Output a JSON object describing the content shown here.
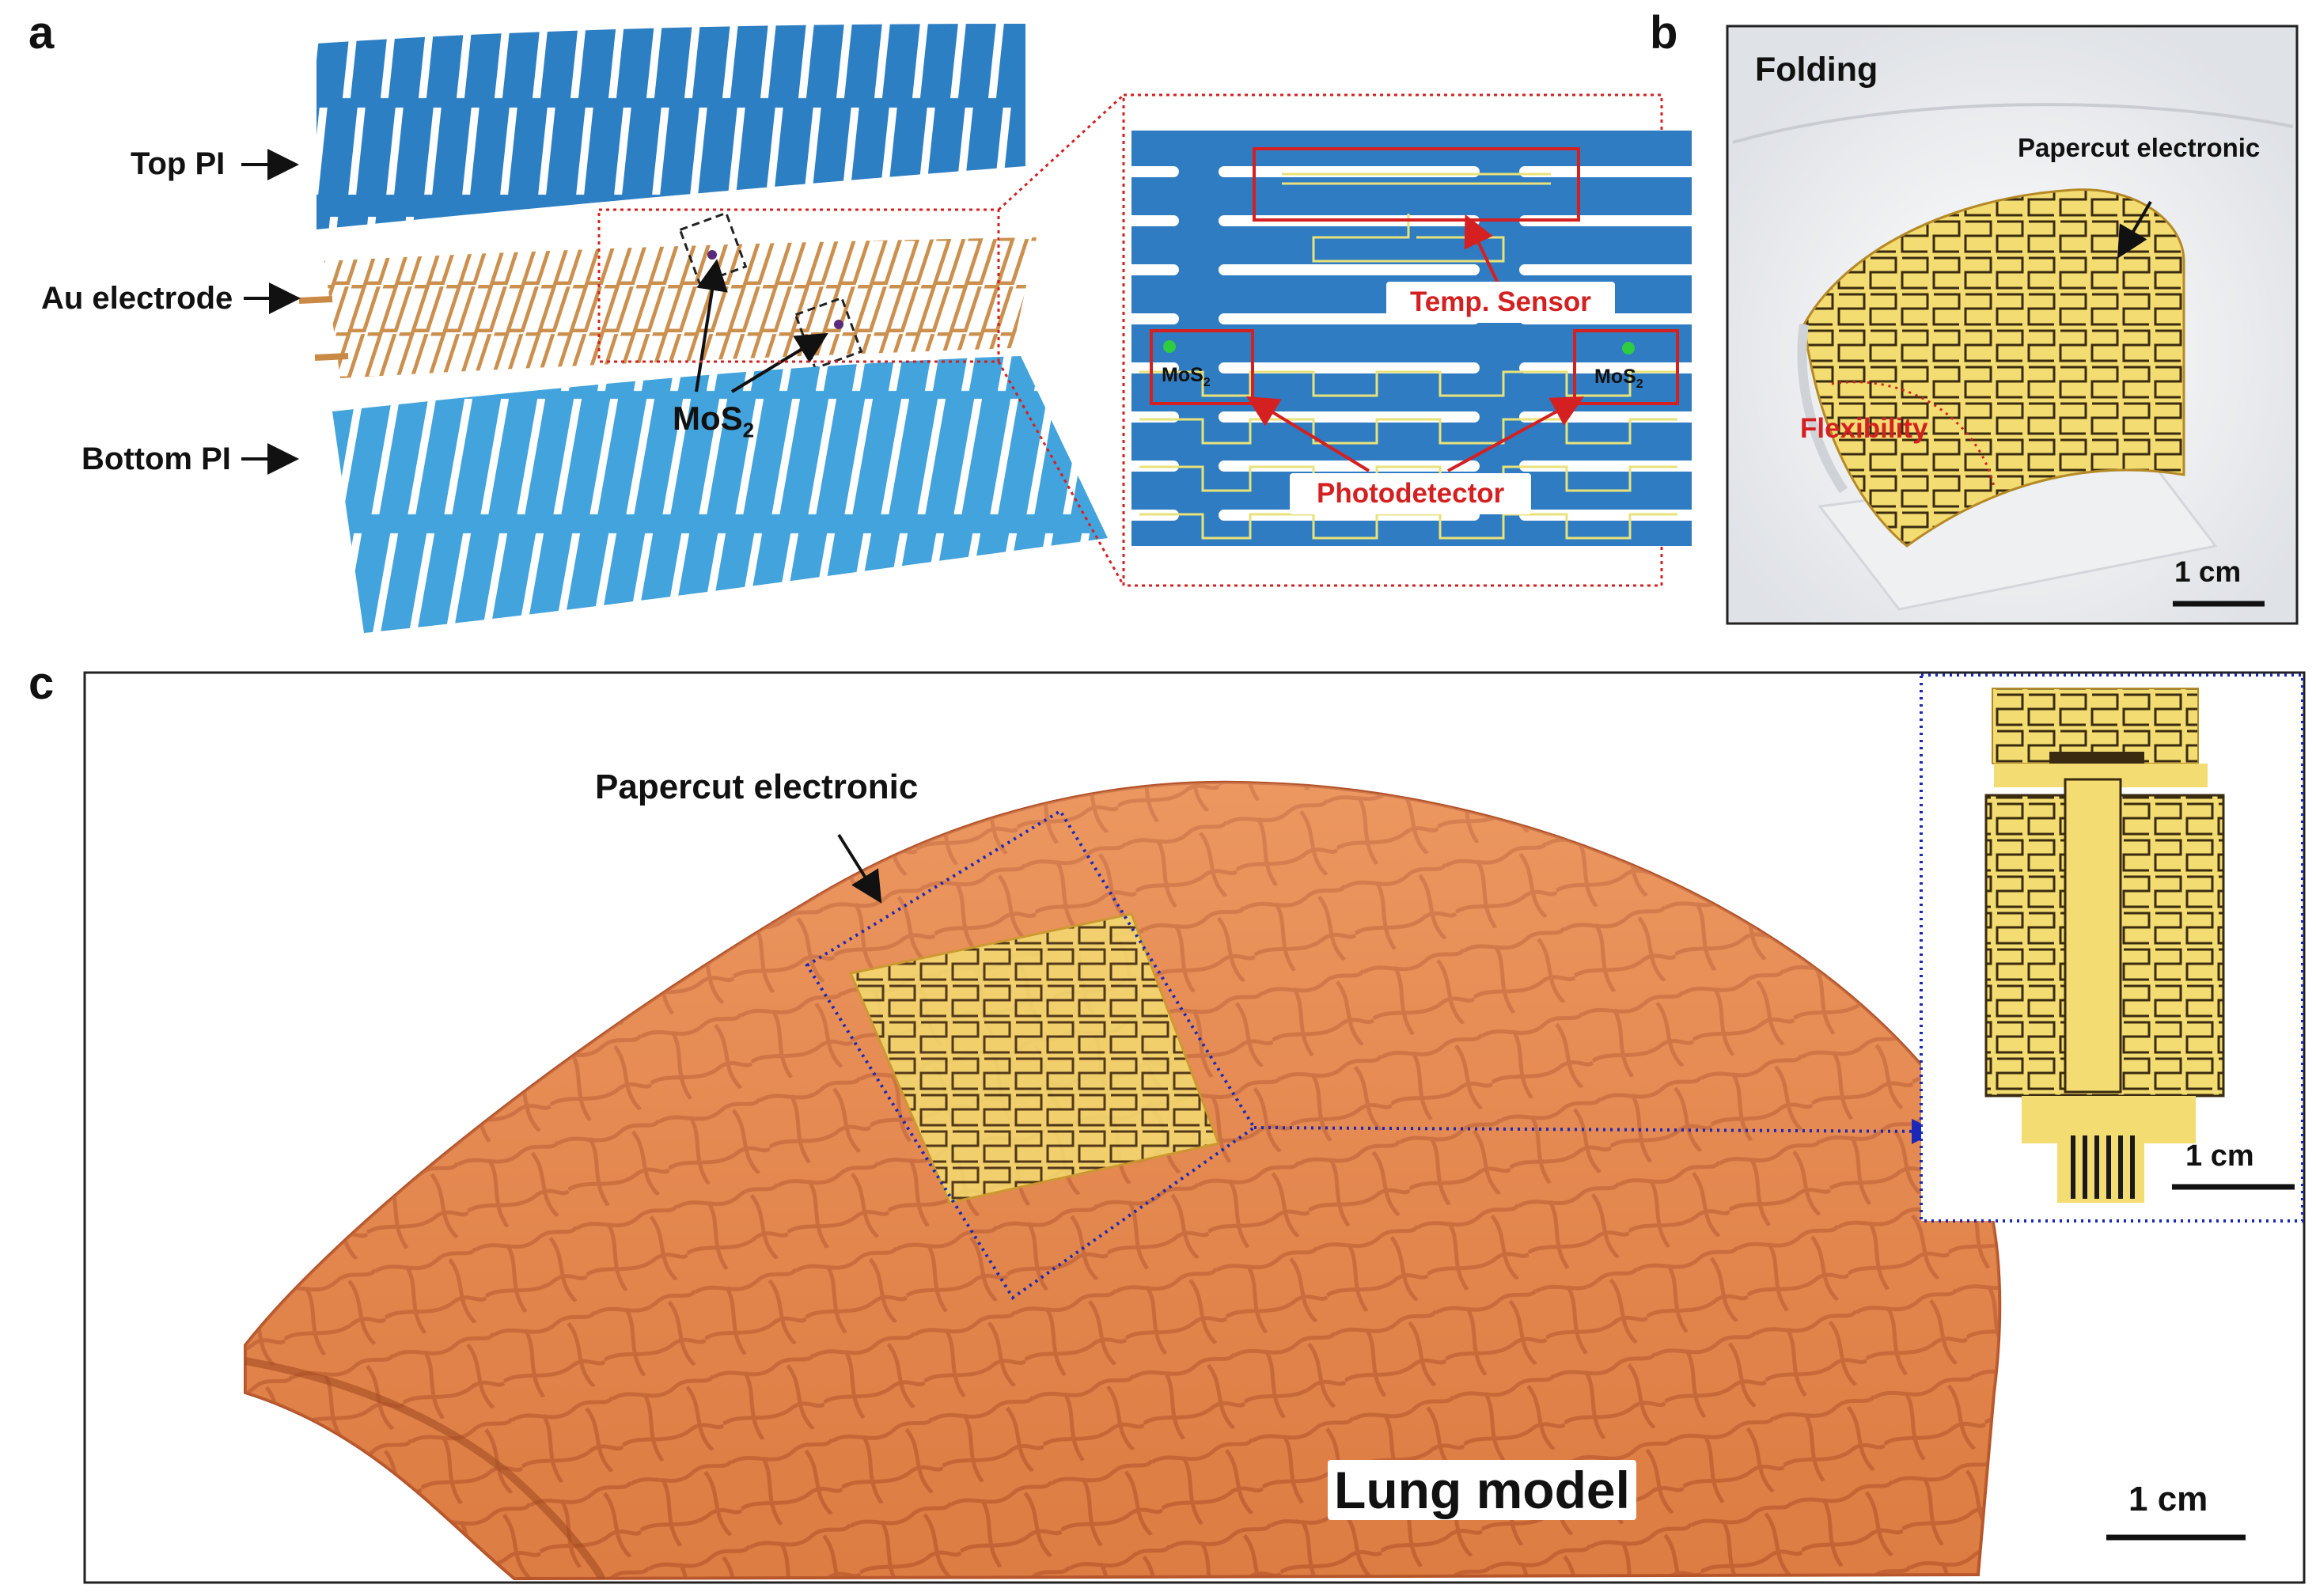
{
  "panel_a": {
    "letter": "a",
    "layers": {
      "top": "Top PI",
      "middle": "Au electrode",
      "bottom": "Bottom PI"
    },
    "mos2_label": "MoS",
    "mos2_sub": "2",
    "inset": {
      "temp_sensor": "Temp. Sensor",
      "photodetector": "Photodetector",
      "mos2_left": "MoS",
      "mos2_left_sub": "2",
      "mos2_right": "MoS",
      "mos2_right_sub": "2"
    }
  },
  "panel_b": {
    "letter": "b",
    "title": "Folding",
    "device_label": "Papercut electronic",
    "flex_label": "Flexibility",
    "scale": "1 cm"
  },
  "panel_c": {
    "letter": "c",
    "device_label": "Papercut electronic",
    "model_label": "Lung model",
    "scale": "1 cm",
    "inset_scale": "1 cm"
  },
  "colors": {
    "pi_blue": "#2d7fc4",
    "pi_blue_light": "#43a3dc",
    "gold": "#c98a45",
    "lung": "#e88a4e",
    "callout_red": "#d42020",
    "callout_blue": "#1a27b8"
  }
}
